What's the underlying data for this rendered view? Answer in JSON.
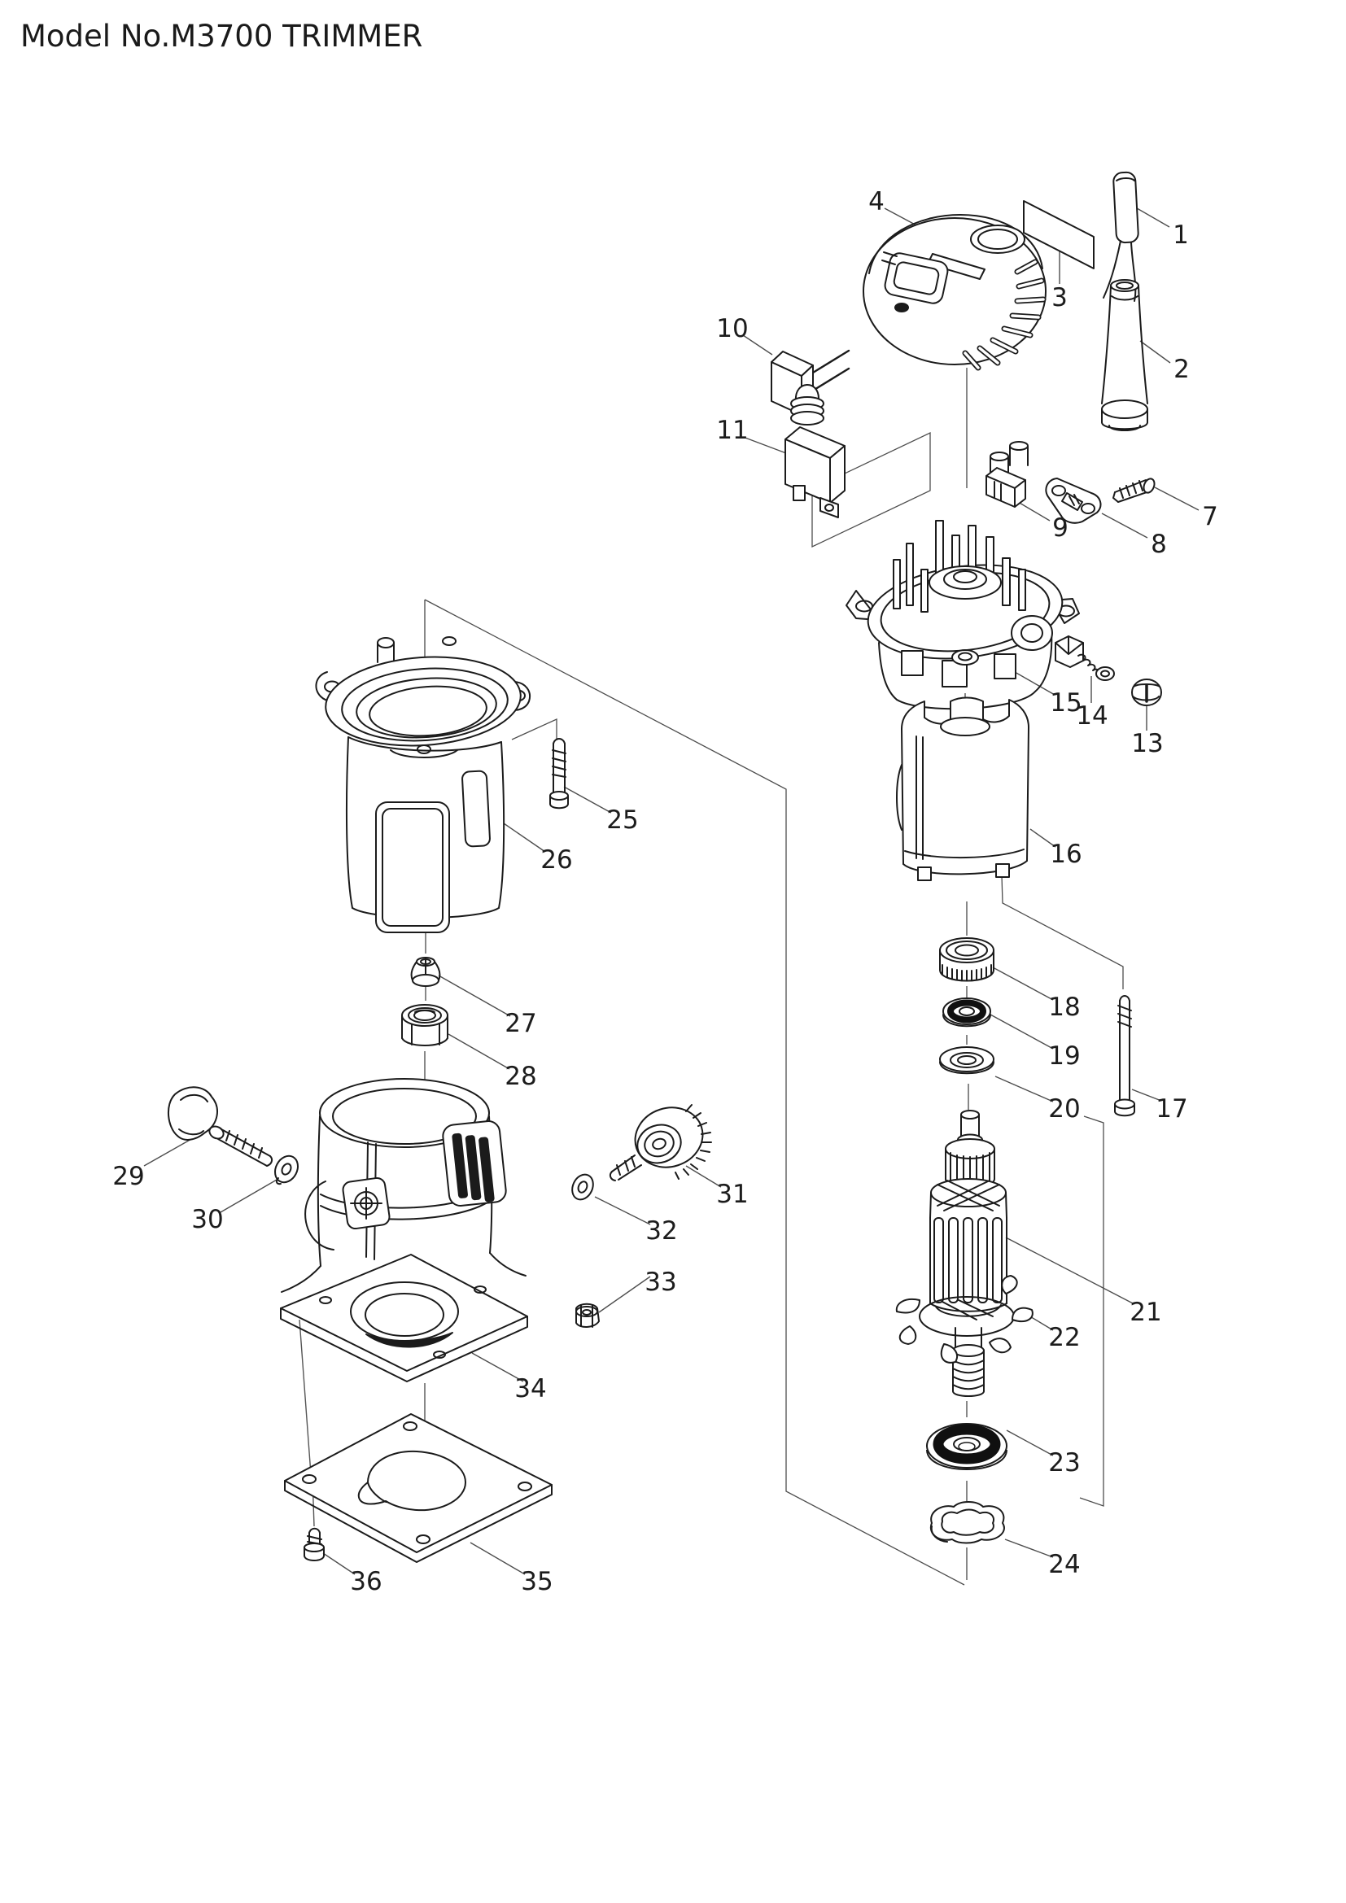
{
  "page": {
    "title": "Model No.M3700 TRIMMER"
  },
  "diagram": {
    "labels": [
      {
        "num": "1"
      },
      {
        "num": "2"
      },
      {
        "num": "3"
      },
      {
        "num": "4"
      },
      {
        "num": "7"
      },
      {
        "num": "8"
      },
      {
        "num": "9"
      },
      {
        "num": "10"
      },
      {
        "num": "11"
      },
      {
        "num": "13"
      },
      {
        "num": "14"
      },
      {
        "num": "15"
      },
      {
        "num": "16"
      },
      {
        "num": "17"
      },
      {
        "num": "18"
      },
      {
        "num": "19"
      },
      {
        "num": "20"
      },
      {
        "num": "21"
      },
      {
        "num": "22"
      },
      {
        "num": "23"
      },
      {
        "num": "24"
      },
      {
        "num": "25"
      },
      {
        "num": "26"
      },
      {
        "num": "27"
      },
      {
        "num": "28"
      },
      {
        "num": "29"
      },
      {
        "num": "30"
      },
      {
        "num": "31"
      },
      {
        "num": "32"
      },
      {
        "num": "33"
      },
      {
        "num": "34"
      },
      {
        "num": "35"
      },
      {
        "num": "36"
      }
    ]
  }
}
